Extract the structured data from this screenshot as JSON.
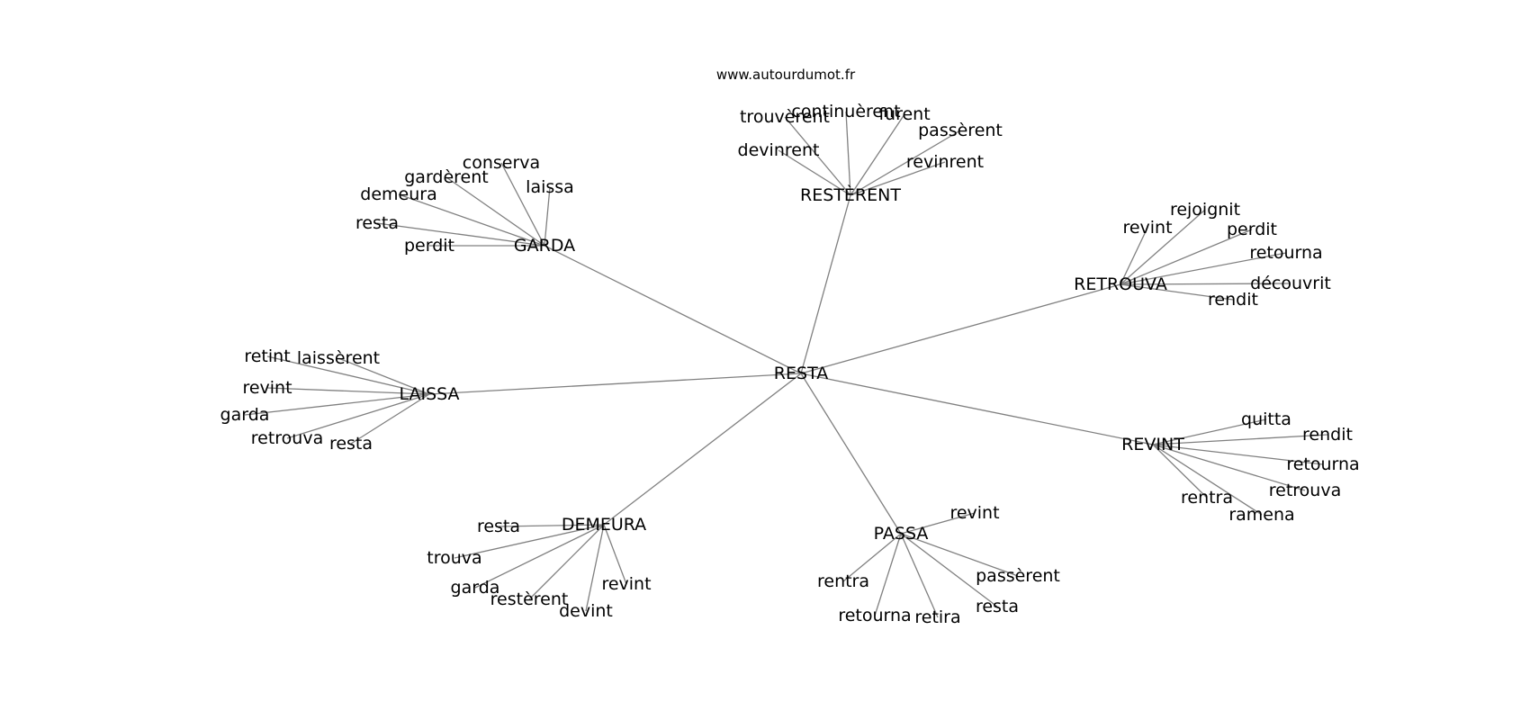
{
  "source": "www.autourdumot.fr",
  "root": "RESTA",
  "branches": [
    {
      "word": "RESTÈRENT",
      "children": [
        "trouvèrent",
        "continuèrent",
        "furent",
        "passèrent",
        "devinrent",
        "revinrent"
      ]
    },
    {
      "word": "GARDA",
      "children": [
        "conserva",
        "gardèrent",
        "laissa",
        "demeura",
        "resta",
        "perdit"
      ]
    },
    {
      "word": "RETROUVA",
      "children": [
        "rejoignit",
        "revint",
        "perdit",
        "retourna",
        "découvrit",
        "rendit"
      ]
    },
    {
      "word": "LAISSA",
      "children": [
        "retint",
        "laissèrent",
        "revint",
        "garda",
        "retrouva",
        "resta"
      ]
    },
    {
      "word": "REVINT",
      "children": [
        "quitta",
        "rendit",
        "retourna",
        "retrouva",
        "rentra",
        "ramena"
      ]
    },
    {
      "word": "DEMEURA",
      "children": [
        "resta",
        "trouva",
        "garda",
        "restèrent",
        "revint",
        "devint"
      ]
    },
    {
      "word": "PASSA",
      "children": [
        "revint",
        "rentra",
        "passèrent",
        "retourna",
        "retira",
        "resta"
      ]
    }
  ]
}
